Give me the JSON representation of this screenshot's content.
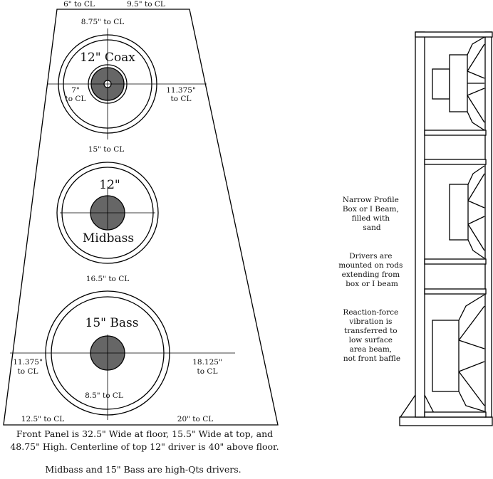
{
  "front": {
    "top_left": "6\" to CL",
    "top_right": "9.5\" to CL",
    "coax": {
      "top": "8.75\" to CL",
      "title": "12\" Coax",
      "left_1": "7\"",
      "left_2": "to CL",
      "right_1": "11.375\"",
      "right_2": "to CL"
    },
    "between_1": "15\" to CL",
    "mid": {
      "title_1": "12\"",
      "title_2": "Midbass"
    },
    "between_2": "16.5\" to CL",
    "bass": {
      "title": "15\" Bass",
      "left_1": "11.375\"",
      "left_2": "to CL",
      "right_1": "18.125\"",
      "right_2": "to CL",
      "bottom": "8.5\" to CL"
    },
    "floor_left": "12.5\" to CL",
    "floor_right": "20\" to CL"
  },
  "caption": {
    "line1": "Front Panel  is 32.5\" Wide at floor, 15.5\" Wide at top, and",
    "line2": "48.75\" High. Centerline of top 12\" driver is 40\" above floor.",
    "line3": "Midbass and 15\" Bass are high-Qts drivers."
  },
  "notes": {
    "beam": [
      "Narrow Profile",
      "Box or I Beam,",
      "filled with",
      "sand"
    ],
    "drivers": [
      "Drivers are",
      "mounted on rods",
      "extending from",
      "box or I beam"
    ],
    "reaction": [
      "Reaction-force",
      "vibration is",
      "transferred to",
      "low surface",
      "area beam,",
      "not front baffle"
    ]
  },
  "colors": {
    "driver_fill": "#666666",
    "line": "#000000"
  }
}
